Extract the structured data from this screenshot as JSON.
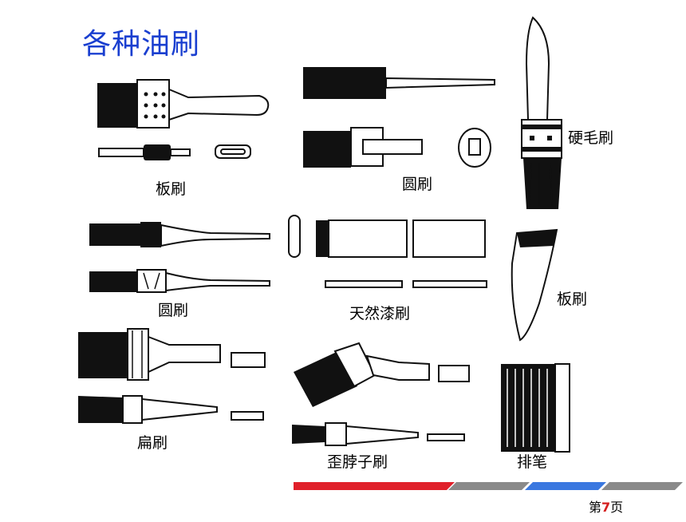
{
  "title": "各种油刷",
  "labels": {
    "board_brush_1": "板刷",
    "round_brush_1": "圆刷",
    "hard_bristle_brush": "硬毛刷",
    "round_brush_2": "圆刷",
    "natural_lacquer_brush": "天然漆刷",
    "board_brush_2": "板刷",
    "flat_brush": "扁刷",
    "bent_neck_brush": "歪脖子刷",
    "row_brush": "排笔"
  },
  "page": {
    "prefix": "第",
    "number": "7",
    "suffix": "页"
  },
  "footer_bar": {
    "colors": [
      "#e0202a",
      "#8a8a8a",
      "#3a78e0",
      "#8a8a8a"
    ]
  }
}
